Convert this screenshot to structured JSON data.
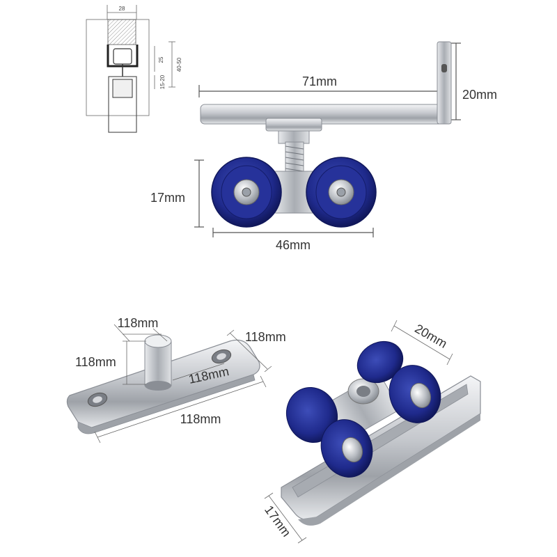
{
  "colors": {
    "wheel": "#1f2a8c",
    "wheel_dark": "#121a5e",
    "steel": "#c9ccd1",
    "steel_dark": "#8a8e95",
    "dim_line": "#555555"
  },
  "cross_section": {
    "width_label": "28",
    "height_label": "25",
    "range_label": "40-50",
    "gap_label": "15-20"
  },
  "top_assembly": {
    "length_label": "71mm",
    "height_label": "20mm",
    "wheel_height_label": "17mm",
    "wheel_span_label": "46mm"
  },
  "bottom_guide": {
    "pin_top_label": "118mm",
    "pin_height_label": "118mm",
    "pin_diameter_label": "118mm",
    "plate_width_label": "118mm",
    "plate_length_label": "118mm"
  },
  "carriage": {
    "width_label": "20mm",
    "depth_label": "17mm"
  }
}
